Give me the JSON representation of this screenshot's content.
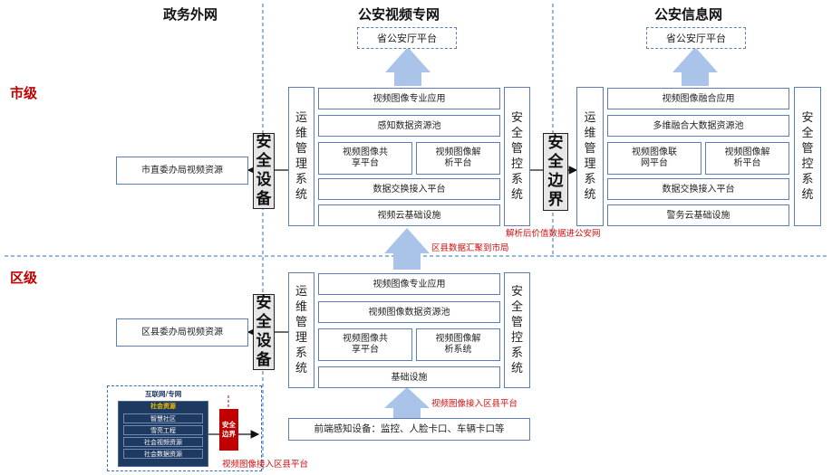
{
  "headers": {
    "gov": "政务外网",
    "video_net": "公安视频专网",
    "info_net": "公安信息网"
  },
  "tiers": {
    "city": "市级",
    "district": "区级"
  },
  "gov_boxes": {
    "city_video": "市直委办局视频资源",
    "district_video": "区县委办局视频资源"
  },
  "gateways": {
    "security_device": "安全设备",
    "security_border": "安全边界"
  },
  "city_video": {
    "top_platform": "省公安厅平台",
    "ops": "运维管理系统",
    "sec": "安全管控系统",
    "app": "视频图像专业应用",
    "pool": "感知数据资源池",
    "share": "视频图像共享平台",
    "parse": "视频图像解析平台",
    "exchange": "数据交换接入平台",
    "infra": "视频云基础设施"
  },
  "city_info": {
    "top_platform": "省公安厅平台",
    "ops": "运维管理系统",
    "sec": "安全管控系统",
    "app": "视频图像融合应用",
    "pool": "多维融合大数据资源池",
    "link": "视频图像联网平台",
    "parse": "视频图像解析平台",
    "exchange": "数据交换接入平台",
    "infra": "警务云基础设施"
  },
  "district_video": {
    "ops": "运维管理系统",
    "sec": "安全管控系统",
    "app": "视频图像专业应用",
    "pool": "视频图像数据资源池",
    "share": "视频图像共享平台",
    "parse": "视频图像解析系统",
    "infra": "基础设施",
    "frontend": "前端感知设备：监控、人脸卡口、车辆卡口等"
  },
  "internet": {
    "title": "互联网/专网",
    "resource_header": "社会资源",
    "items": [
      "智慧社区",
      "雪亮工程",
      "社会视频资源",
      "社会数据资源"
    ],
    "border": "安全边界"
  },
  "notes": {
    "parse_to_info": "解析后价值数据进公安网",
    "district_to_city": "区县数据汇聚到市局",
    "video_to_district": "视频图像接入区县平台",
    "internet_to_district": "视频图像接入区县平台"
  },
  "colors": {
    "box_border": "#5b7fb5",
    "arrow_fill": "#a9c4e8",
    "tier_red": "#c00000",
    "note_red": "#d01010",
    "divider": "#2f6fbf",
    "dark_panel": "#1f3a60",
    "border_red": "#c00000"
  }
}
